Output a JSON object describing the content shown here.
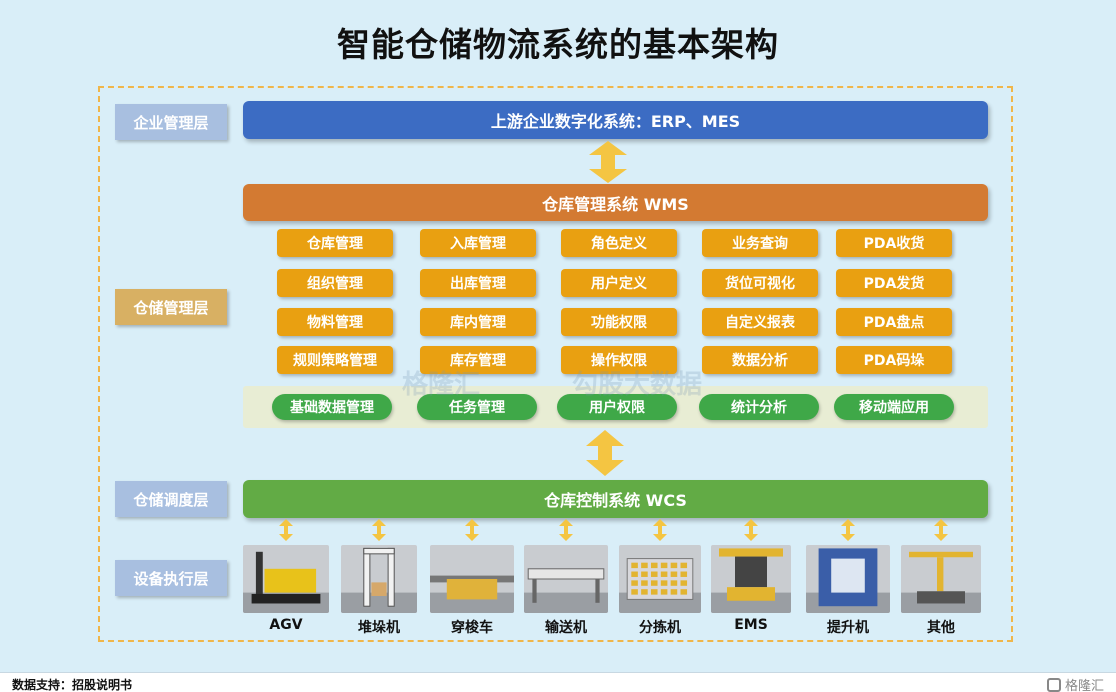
{
  "title": "智能仓储物流系统的基本架构",
  "layers": {
    "enterprise": "企业管理层",
    "warehouse_mgmt": "仓储管理层",
    "warehouse_dispatch": "仓储调度层",
    "equipment": "设备执行层"
  },
  "upstream": {
    "label": "上游企业数字化系统：ERP、MES"
  },
  "wms": {
    "label": "仓库管理系统 WMS",
    "modules": [
      [
        "仓库管理",
        "入库管理",
        "角色定义",
        "业务查询",
        "PDA收货"
      ],
      [
        "组织管理",
        "出库管理",
        "用户定义",
        "货位可视化",
        "PDA发货"
      ],
      [
        "物料管理",
        "库内管理",
        "功能权限",
        "自定义报表",
        "PDA盘点"
      ],
      [
        "规则策略管理",
        "库存管理",
        "操作权限",
        "数据分析",
        "PDA码垛"
      ]
    ],
    "base": [
      "基础数据管理",
      "任务管理",
      "用户权限",
      "统计分析",
      "移动端应用"
    ]
  },
  "wcs": {
    "label": "仓库控制系统 WCS"
  },
  "devices": [
    {
      "label": "AGV",
      "icon": "agv-forklift-icon"
    },
    {
      "label": "堆垛机",
      "icon": "stacker-crane-icon"
    },
    {
      "label": "穿梭车",
      "icon": "shuttle-car-icon"
    },
    {
      "label": "输送机",
      "icon": "conveyor-icon"
    },
    {
      "label": "分拣机",
      "icon": "sorter-icon"
    },
    {
      "label": "EMS",
      "icon": "ems-icon"
    },
    {
      "label": "提升机",
      "icon": "lifter-icon"
    },
    {
      "label": "其他",
      "icon": "robot-arm-icon"
    }
  ],
  "watermark": {
    "left": "格隆汇",
    "right": "勾股大数据"
  },
  "footer": {
    "source": "数据支持：招股说明书",
    "brand": "格隆汇"
  },
  "colors": {
    "background": "#d9eef8",
    "erp": "#3c6cc3",
    "wms": "#d37a32",
    "module": "#e9a011",
    "base_pill": "#3fa848",
    "wcs": "#62ab45",
    "arrow": "#f4c542"
  }
}
